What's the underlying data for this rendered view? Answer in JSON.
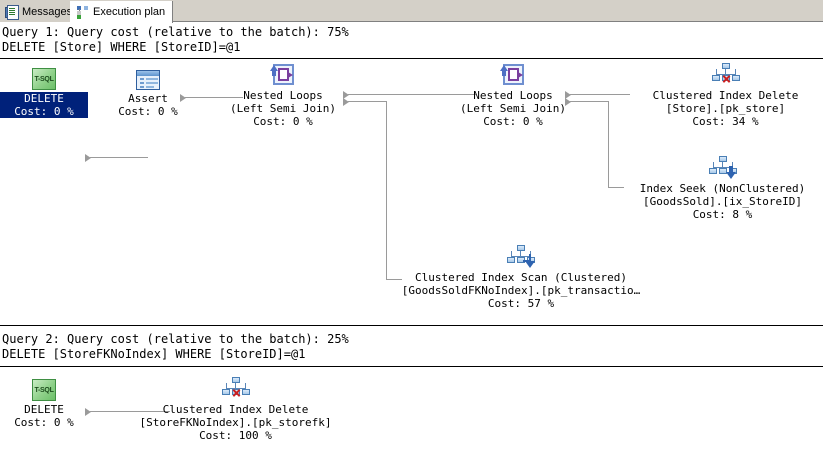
{
  "tabs": [
    {
      "label": "Messages",
      "icon": "messages-icon",
      "active": false
    },
    {
      "label": "Execution plan",
      "icon": "execution-plan-icon",
      "active": true
    }
  ],
  "queries": [
    {
      "header": "Query 1: Query cost (relative to the batch): 75%",
      "statement": "DELETE [Store] WHERE [StoreID]=@1",
      "nodes": [
        {
          "id": "q1-delete",
          "icon": "tsql-icon",
          "line1": "DELETE",
          "line2": "",
          "line3": "Cost: 0 %",
          "selected": true
        },
        {
          "id": "q1-assert",
          "icon": "assert-icon",
          "line1": "Assert",
          "line2": "",
          "line3": "Cost: 0 %",
          "selected": false
        },
        {
          "id": "q1-nested-loops-1",
          "icon": "nested-loops-icon",
          "line1": "Nested Loops",
          "line2": "(Left Semi Join)",
          "line3": "Cost: 0 %",
          "selected": false
        },
        {
          "id": "q1-nested-loops-2",
          "icon": "nested-loops-icon",
          "line1": "Nested Loops",
          "line2": "(Left Semi Join)",
          "line3": "Cost: 0 %",
          "selected": false
        },
        {
          "id": "q1-clustered-index-delete",
          "icon": "clustered-index-delete-icon",
          "line1": "Clustered Index Delete",
          "line2": "[Store].[pk_store]",
          "line3": "Cost: 34 %",
          "selected": false
        },
        {
          "id": "q1-index-seek",
          "icon": "index-seek-icon",
          "line1": "Index Seek (NonClustered)",
          "line2": "[GoodsSold].[ix_StoreID]",
          "line3": "Cost: 8 %",
          "selected": false
        },
        {
          "id": "q1-clustered-index-scan",
          "icon": "clustered-index-scan-icon",
          "line1": "Clustered Index Scan (Clustered)",
          "line2": "[GoodsSoldFKNoIndex].[pk_transactio…",
          "line3": "Cost: 57 %",
          "selected": false
        }
      ]
    },
    {
      "header": "Query 2: Query cost (relative to the batch): 25%",
      "statement": "DELETE [StoreFKNoIndex] WHERE [StoreID]=@1",
      "nodes": [
        {
          "id": "q2-delete",
          "icon": "tsql-icon",
          "line1": "DELETE",
          "line2": "",
          "line3": "Cost: 0 %",
          "selected": false
        },
        {
          "id": "q2-clustered-index-delete",
          "icon": "clustered-index-delete-icon",
          "line1": "Clustered Index Delete",
          "line2": "[StoreFKNoIndex].[pk_storefk]",
          "line3": "Cost: 100 %",
          "selected": false
        }
      ]
    }
  ],
  "colors": {
    "selection": "#00217a",
    "connector": "#9a9a9a",
    "tab_strip": "#d4d0c8",
    "canvas": "#ffffff"
  }
}
